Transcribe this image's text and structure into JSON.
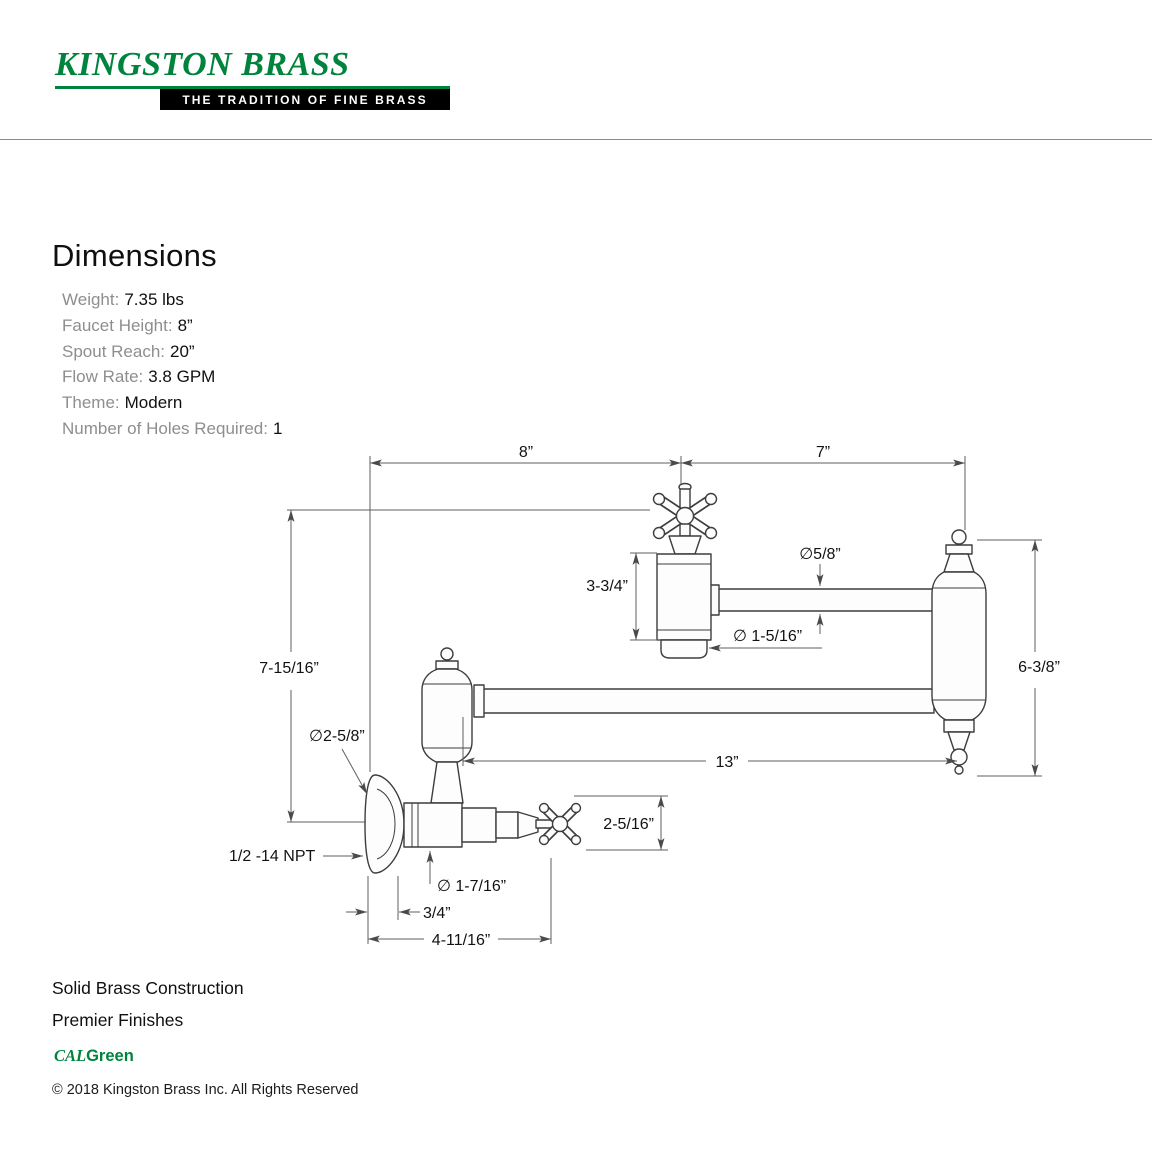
{
  "brand": {
    "logo": "KINGSTON BRASS",
    "tagline": "THE TRADITION OF FINE BRASS",
    "green": "#00843D"
  },
  "section": {
    "title": "Dimensions",
    "specs": [
      {
        "label": "Weight:",
        "value": "7.35 lbs"
      },
      {
        "label": "Faucet Height:",
        "value": "8”"
      },
      {
        "label": "Spout Reach:",
        "value": "20”"
      },
      {
        "label": "Flow Rate:",
        "value": "3.8 GPM"
      },
      {
        "label": "Theme:",
        "value": "Modern"
      },
      {
        "label": "Number of Holes Required:",
        "value": "1"
      }
    ]
  },
  "drawing": {
    "dims": {
      "top_left": "8”",
      "top_right": "7”",
      "spout_body_height": "3-3/4”",
      "pipe_diameter": "∅5/8”",
      "spout_diameter": "∅ 1-5/16”",
      "overall_height": "7-15/16”",
      "joint_height": "6-3/8”",
      "flange_diameter": "∅2-5/8”",
      "arm_length": "13”",
      "handle_height": "2-5/16”",
      "thread": "1/2 -14 NPT",
      "valve_diameter": "∅ 1-7/16”",
      "flange_depth": "3/4”",
      "wall_to_handle": "4-11/16”"
    }
  },
  "footer": {
    "line1": "Solid Brass Construction",
    "line2": "Premier Finishes",
    "cal": "CAL",
    "green": "Green",
    "copyright": "© 2018 Kingston Brass Inc. All Rights Reserved"
  }
}
